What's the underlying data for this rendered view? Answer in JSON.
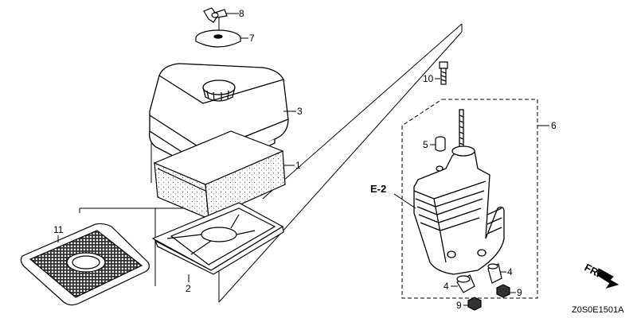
{
  "callouts": {
    "c1": "1",
    "c2": "2",
    "c3": "3",
    "c4a": "4",
    "c4b": "4",
    "c5": "5",
    "c6": "6",
    "c7": "7",
    "c8": "8",
    "c9a": "9",
    "c9b": "9",
    "c10": "10",
    "c11": "11"
  },
  "ref": "E-2",
  "direction": "FR.",
  "drawing_code": "Z0S0E1501A"
}
